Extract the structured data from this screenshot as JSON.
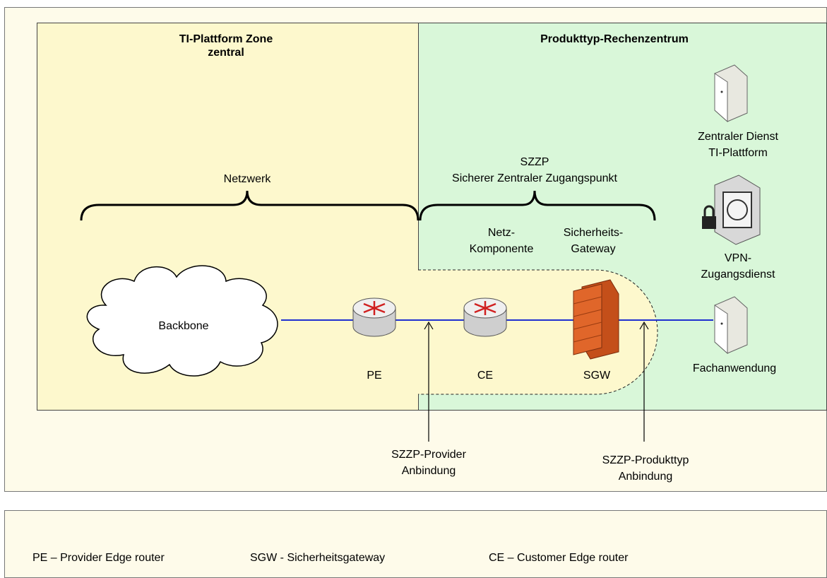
{
  "zones": {
    "left_title_line1": "TI-Plattform Zone",
    "left_title_line2": "zentral",
    "right_title": "Produkttyp-Rechenzentrum"
  },
  "braces": {
    "network_label": "Netzwerk",
    "szzp_label_line1": "SZZP",
    "szzp_label_line2": "Sicherer Zentraler Zugangspunkt"
  },
  "columns": {
    "netz_line1": "Netz-",
    "netz_line2": "Komponente",
    "sich_line1": "Sicherheits-",
    "sich_line2": "Gateway"
  },
  "nodes": {
    "backbone": "Backbone",
    "pe": "PE",
    "ce": "CE",
    "sgw": "SGW",
    "fachanwendung": "Fachanwendung"
  },
  "services": {
    "zentral_line1": "Zentraler Dienst",
    "zentral_line2": "TI-Plattform",
    "vpn_line1": "VPN-",
    "vpn_line2": "Zugangsdienst"
  },
  "arrows": {
    "provider_line1": "SZZP-Provider",
    "provider_line2": "Anbindung",
    "produkttyp_line1": "SZZP-Produkttyp",
    "produkttyp_line2": "Anbindung"
  },
  "legend": {
    "pe": "PE – Provider Edge router",
    "sgw": "SGW - Sicherheitsgateway",
    "ce": "CE – Customer Edge router"
  },
  "colors": {
    "left_zone": "#fdf8cd",
    "right_zone": "#d9f7d9",
    "outer_bg": "#fefbea",
    "link_line": "#1f2fd0",
    "firewall": "#e0662a"
  }
}
